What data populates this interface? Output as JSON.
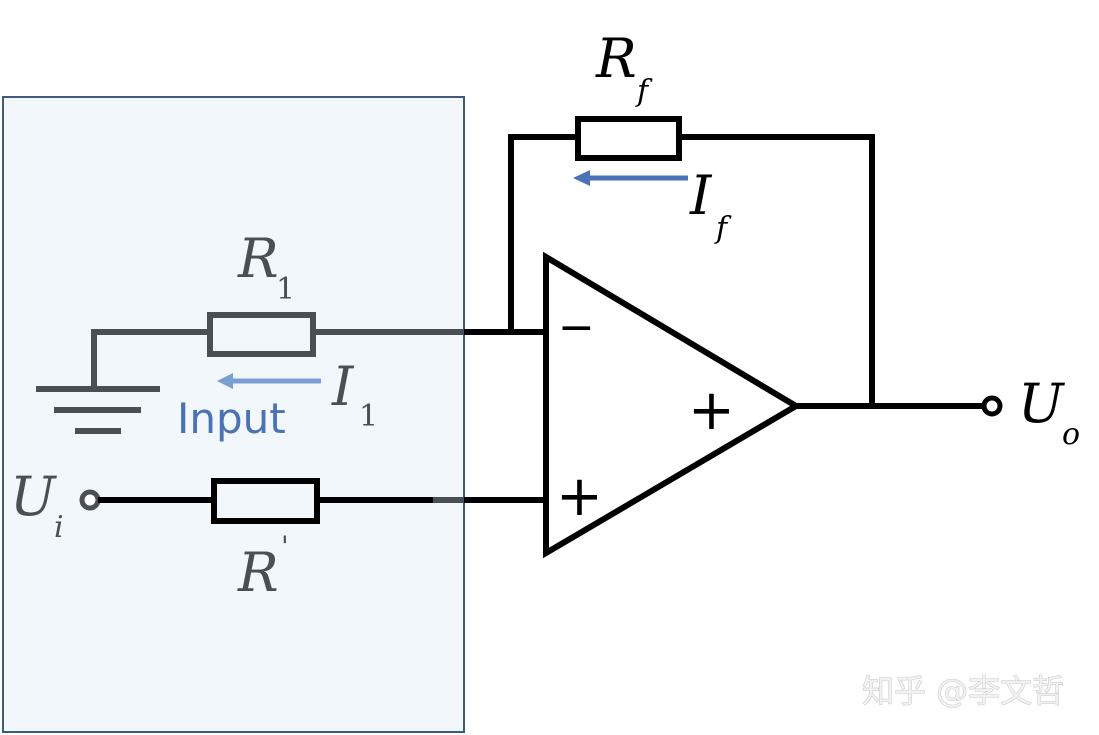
{
  "diagram": {
    "title": "Op-amp circuit with feedback resistor",
    "highlight_panel": {
      "label": "Input",
      "fill_color": "#f2f7fb",
      "border_color": "#3f5a7c",
      "dimmed_wire_color": "#4a4f55"
    },
    "components": {
      "r1": {
        "symbol": "R",
        "subscript": "1"
      },
      "rp": {
        "symbol": "R",
        "superscript": "'"
      },
      "rf": {
        "symbol": "R",
        "subscript": "f"
      },
      "opamp": {
        "inverting_sign": "−",
        "noninverting_sign": "+",
        "gain_sign": "+"
      }
    },
    "terminals": {
      "input": {
        "symbol": "U",
        "subscript": "i"
      },
      "output": {
        "symbol": "U",
        "subscript": "o"
      }
    },
    "currents": {
      "i1": {
        "symbol": "I",
        "subscript": "1",
        "direction": "left",
        "color": "#7a9fd0"
      },
      "if": {
        "symbol": "I",
        "subscript": "f",
        "direction": "left",
        "color": "#4a72b6"
      }
    },
    "colors": {
      "wire": "#000000",
      "label_text": "#000000",
      "input_label_text": "#4a72b6",
      "dim_label_text": "#4a4f55"
    }
  },
  "watermark": {
    "text": "知乎 @李文哲"
  }
}
